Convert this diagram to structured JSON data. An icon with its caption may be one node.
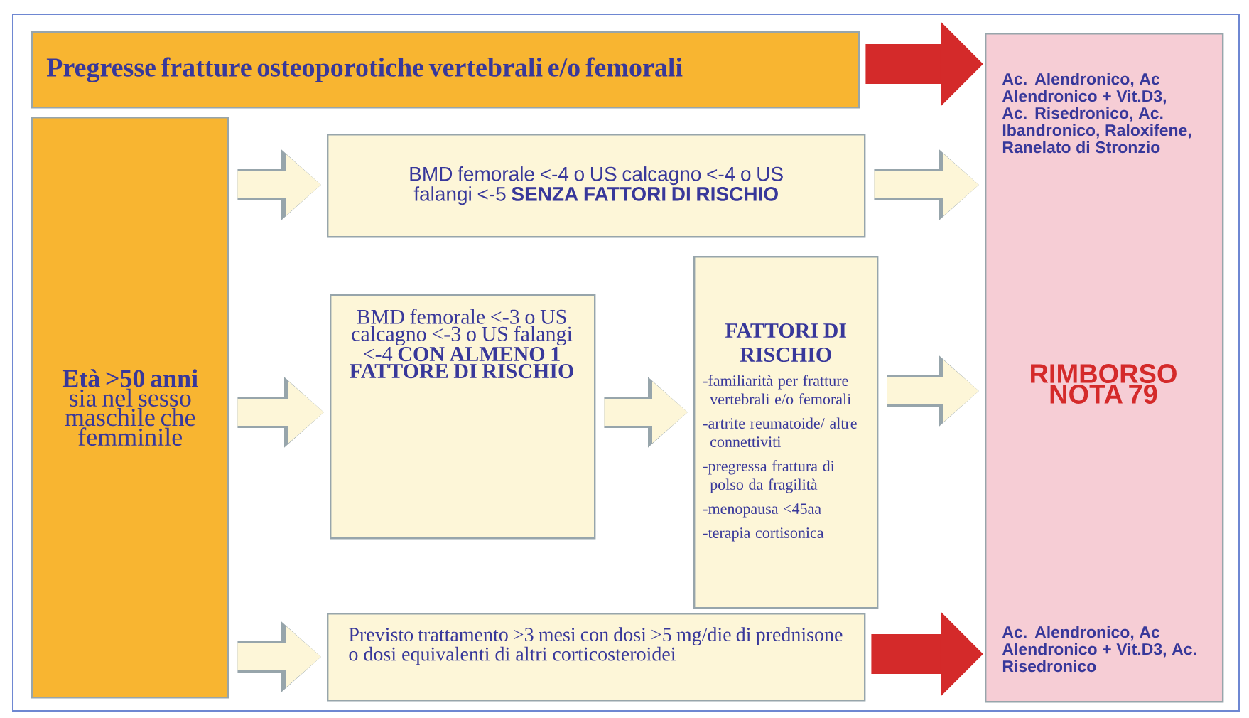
{
  "diagram": {
    "nodes": [
      {
        "text": [
          "Pregresse fratture osteoporotiche vertebrali e/o femorali"
        ]
      },
      {
        "text": [
          "Età >50 anni",
          "sia nel sesso maschile che femminile"
        ]
      },
      {
        "text": [
          "BMD femorale <-4 o US calcagno <-4 o US falangi <-5 **SENZA FATTORI DI RISCHIO**"
        ]
      },
      {
        "text": [
          "BMD femorale <-3 o US calcagno <-3 o US falangi <-4 **CON ALMENO 1 FATTORE DI RISCHIO**"
        ]
      },
      {
        "text": [
          "FATTORI DI RISCHIO",
          "-familiarità per fratture vertebrali e/o femorali",
          "-artrite reumatoide/ altre connettiviti",
          "-pregressa frattura di polso da fragilità",
          "-menopausa <45aa",
          "-terapia cortisonica"
        ]
      },
      {
        "text": [
          "Ac. Alendronico, Ac Alendronico + Vit.D3, Ac. Risedronico, Ac. Ibandronico, Raloxifene, Ranelato di Stronzio",
          "RIMBORSO NOTA 79",
          "Ac. Alendronico, Ac Alendronico + Vit.D3, Ac. Risedronico"
        ]
      },
      {
        "text": [
          "Previsto trattamento >3 mesi con dosi >5 mg/die di prednisone o dosi equivalenti di altri corticosteroidei"
        ]
      }
    ],
    "edges": [
      {
        "from": 0,
        "to": 5,
        "arrow": "to",
        "color": "#d42a2a"
      },
      {
        "from": 1,
        "to": 2,
        "arrow": "to"
      },
      {
        "from": 1,
        "to": 3,
        "arrow": "to"
      },
      {
        "from": 1,
        "to": 6,
        "arrow": "to"
      },
      {
        "from": 2,
        "to": 5,
        "arrow": "to"
      },
      {
        "from": 3,
        "to": 4,
        "arrow": "to"
      },
      {
        "from": 4,
        "to": 5,
        "arrow": "to"
      },
      {
        "from": 6,
        "to": 5,
        "arrow": "to",
        "color": "#d42a2a"
      }
    ]
  }
}
